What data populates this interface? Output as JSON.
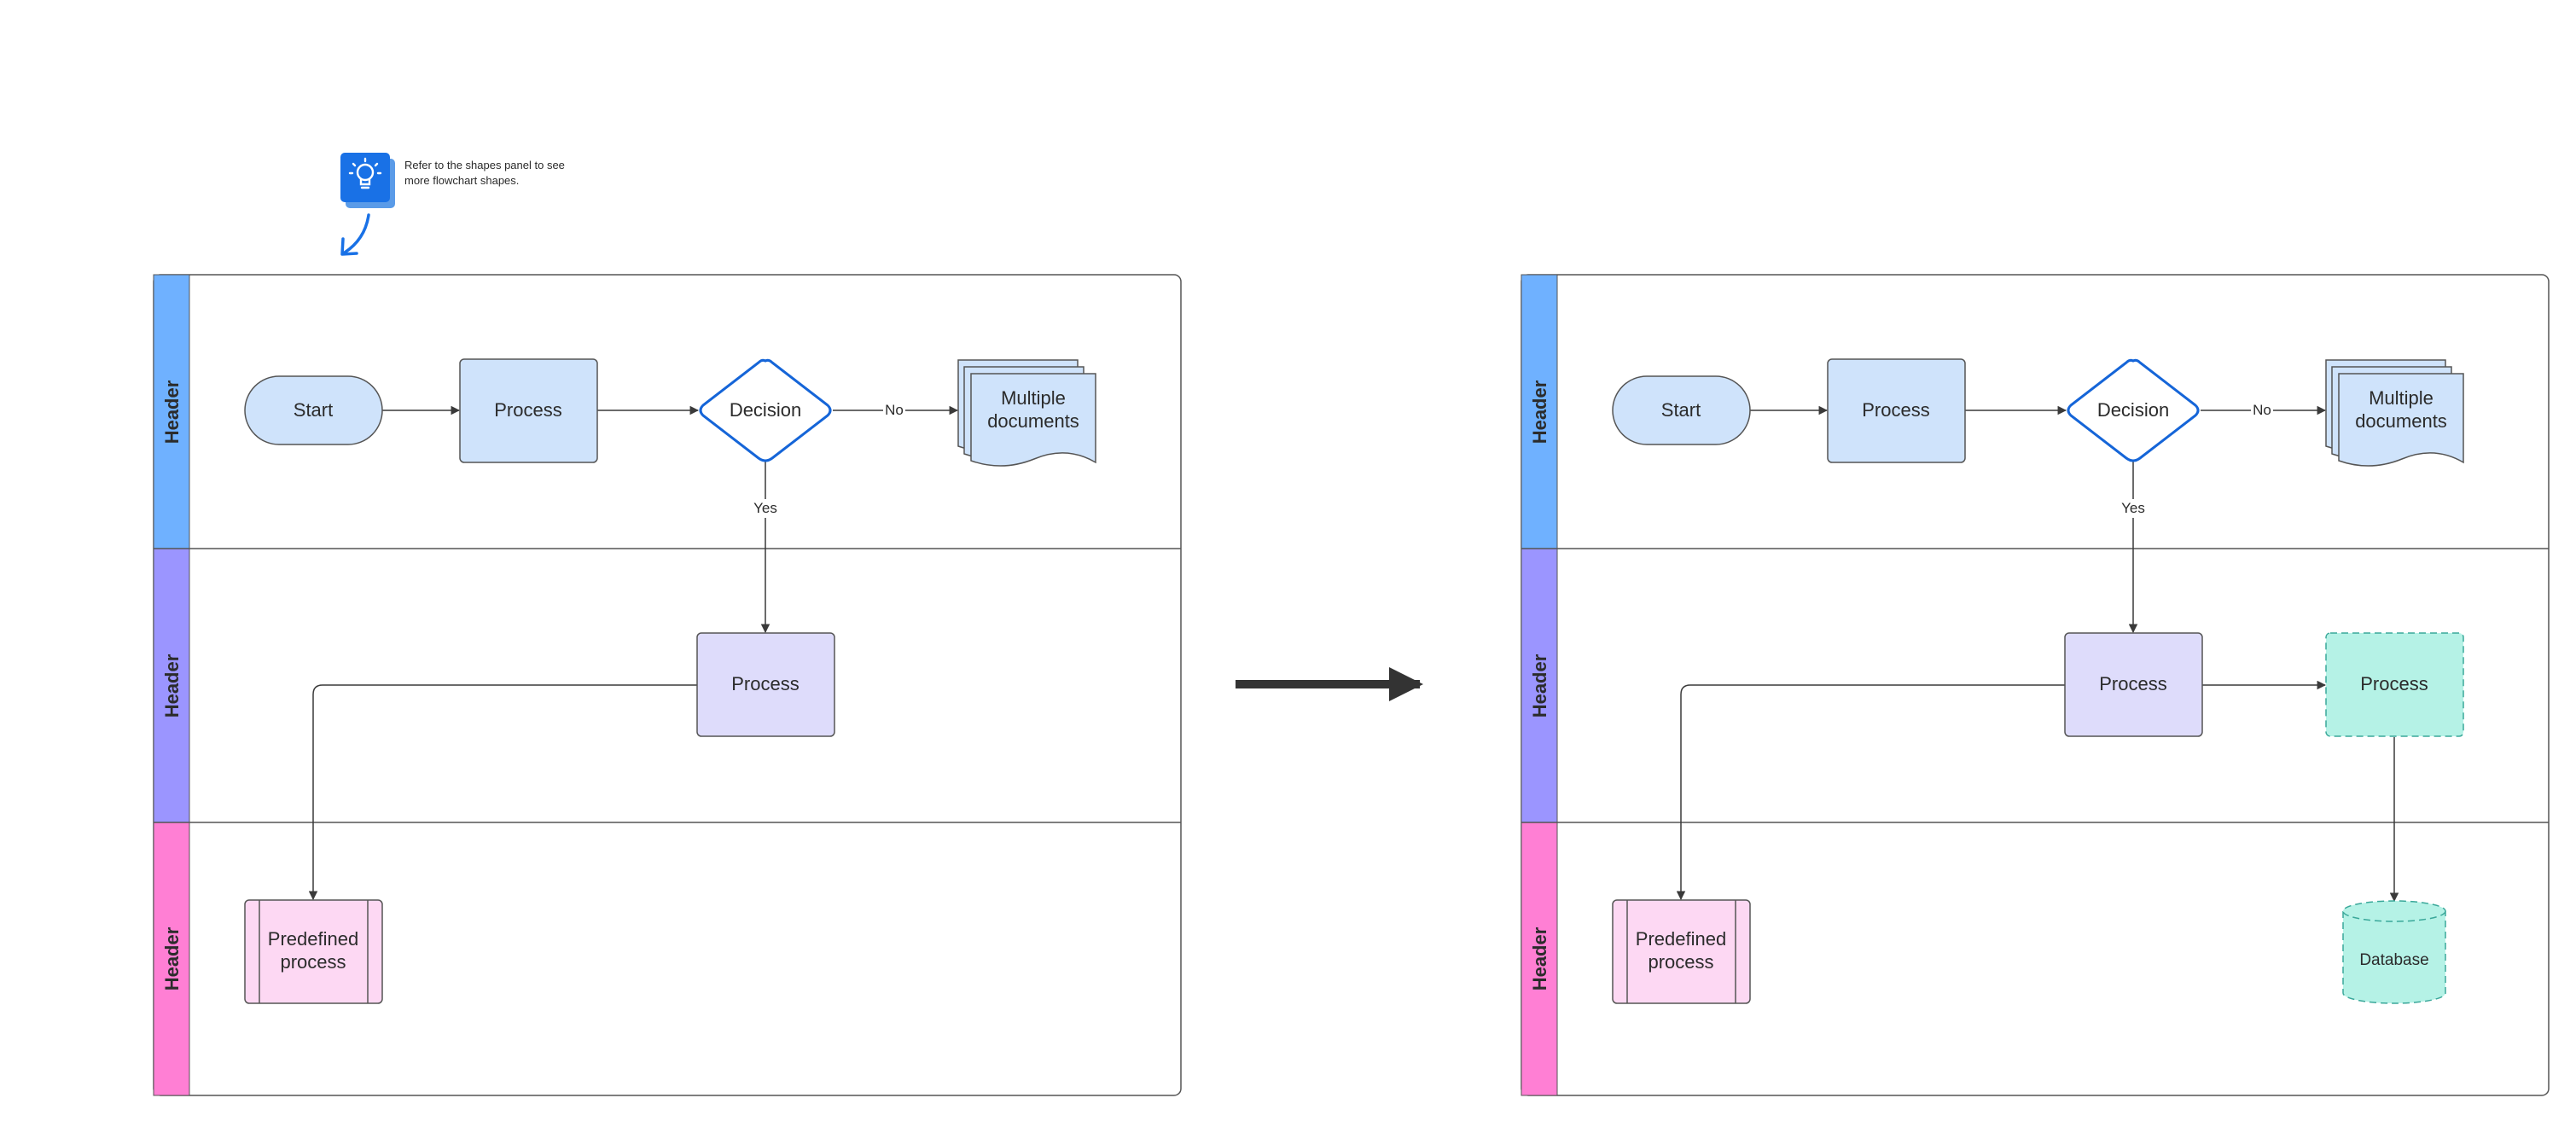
{
  "tip": {
    "icon": "lightbulb-icon",
    "line1": "Refer to the shapes panel to see",
    "line2": "more flowchart shapes."
  },
  "colors": {
    "lane1": "#6fb1ff",
    "lane2": "#9b95ff",
    "lane3": "#ff7fd4",
    "process_blue": "#cfe3fb",
    "process_purple": "#dedcfb",
    "process_pink": "#fdd8f3",
    "teal": "#b5f2e6",
    "decision_stroke": "#1565d8",
    "tip_blue": "#1971e6",
    "connector": "#3a3a3a"
  },
  "before": {
    "lanes": [
      "Header",
      "Header",
      "Header"
    ],
    "start": "Start",
    "process1": "Process",
    "decision": "Decision",
    "no_label": "No",
    "yes_label": "Yes",
    "documents_line1": "Multiple",
    "documents_line2": "documents",
    "process2": "Process",
    "predefined_line1": "Predefined",
    "predefined_line2": "process"
  },
  "after": {
    "lanes": [
      "Header",
      "Header",
      "Header"
    ],
    "start": "Start",
    "process1": "Process",
    "decision": "Decision",
    "no_label": "No",
    "yes_label": "Yes",
    "documents_line1": "Multiple",
    "documents_line2": "documents",
    "process2": "Process",
    "process3": "Process",
    "predefined_line1": "Predefined",
    "predefined_line2": "process",
    "database": "Database"
  }
}
